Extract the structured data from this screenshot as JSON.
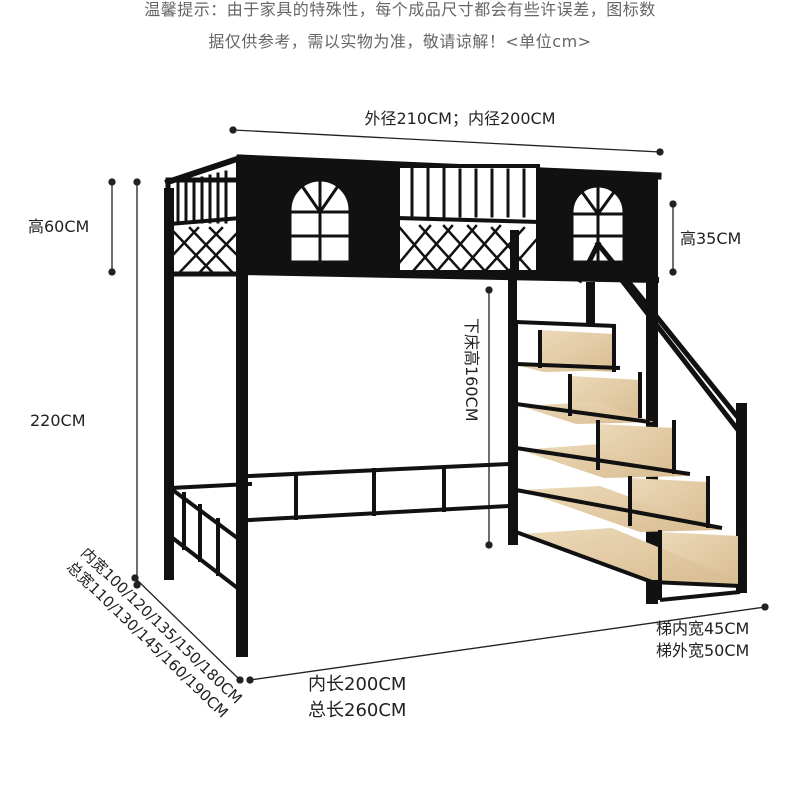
{
  "notice": {
    "line1": "温馨提示：由于家具的特殊性，每个成品尺寸都会有些许误差，图标数",
    "line2": "据仅供参考，需以实物为准，敬请谅解！<单位cm>"
  },
  "dimensions": {
    "top_width": "外径210CM；内径200CM",
    "rail_height": "高60CM",
    "side_rail_height": "高35CM",
    "total_height": "220CM",
    "lower_bed_height": "下床高160CM",
    "stair_inner_width": "梯内宽45CM",
    "stair_outer_width": "梯外宽50CM",
    "inner_length": "内长200CM",
    "total_length": "总长260CM",
    "inner_width": "内宽100/120/135/150/180CM",
    "total_width": "总宽110/130/145/160/190CM"
  },
  "colors": {
    "frame": "#111111",
    "wood": "#e2cba6",
    "dimension_line": "#222222"
  }
}
